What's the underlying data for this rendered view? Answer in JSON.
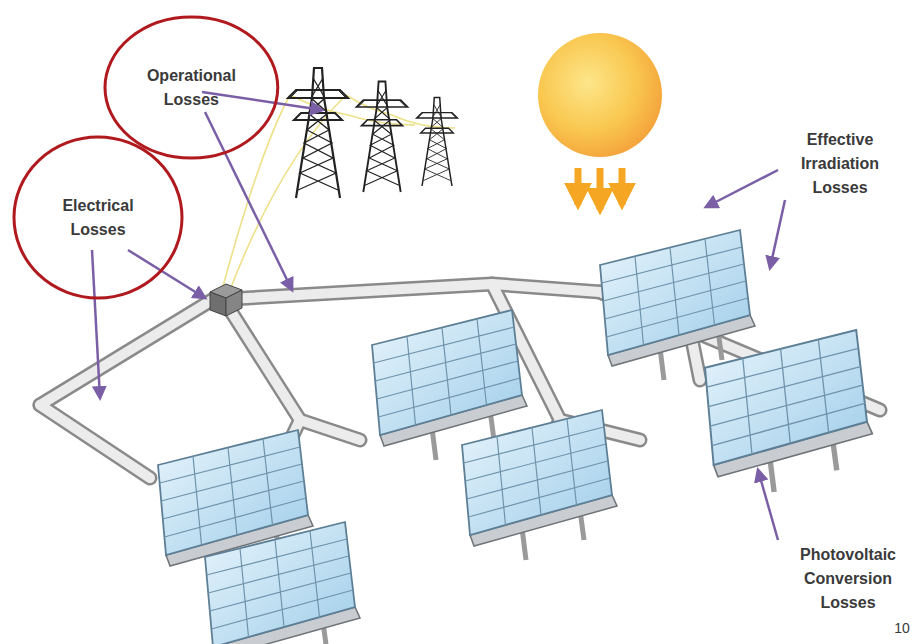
{
  "diagram": {
    "nodes": [
      {
        "text": [
          "Operational Losses"
        ]
      },
      {
        "text": [
          "Electrical Losses"
        ]
      }
    ],
    "labels": [
      "Effective Irradiation Losses",
      "Photovoltaic Conversion Losses",
      "10"
    ]
  }
}
